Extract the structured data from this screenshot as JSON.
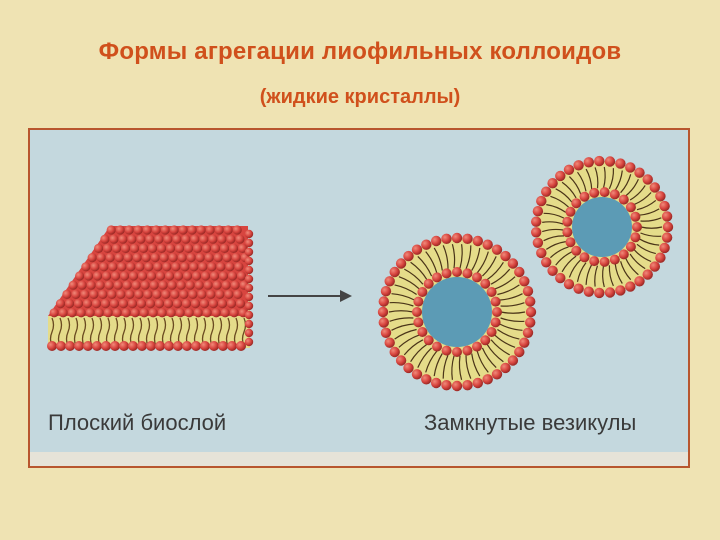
{
  "title": "Формы агрегации лиофильных коллоидов",
  "subtitle": "(жидкие кристаллы)",
  "diagram": {
    "left_label": "Плоский биослой",
    "right_label": "Замкнутые везикулы",
    "colors": {
      "background": "#efe3b3",
      "title": "#d0501c",
      "panel": "#c4d8de",
      "head": "#d8453f",
      "tail_layer": "#e5dc8a",
      "core": "#5c9bb5",
      "border": "#b8562e"
    }
  }
}
